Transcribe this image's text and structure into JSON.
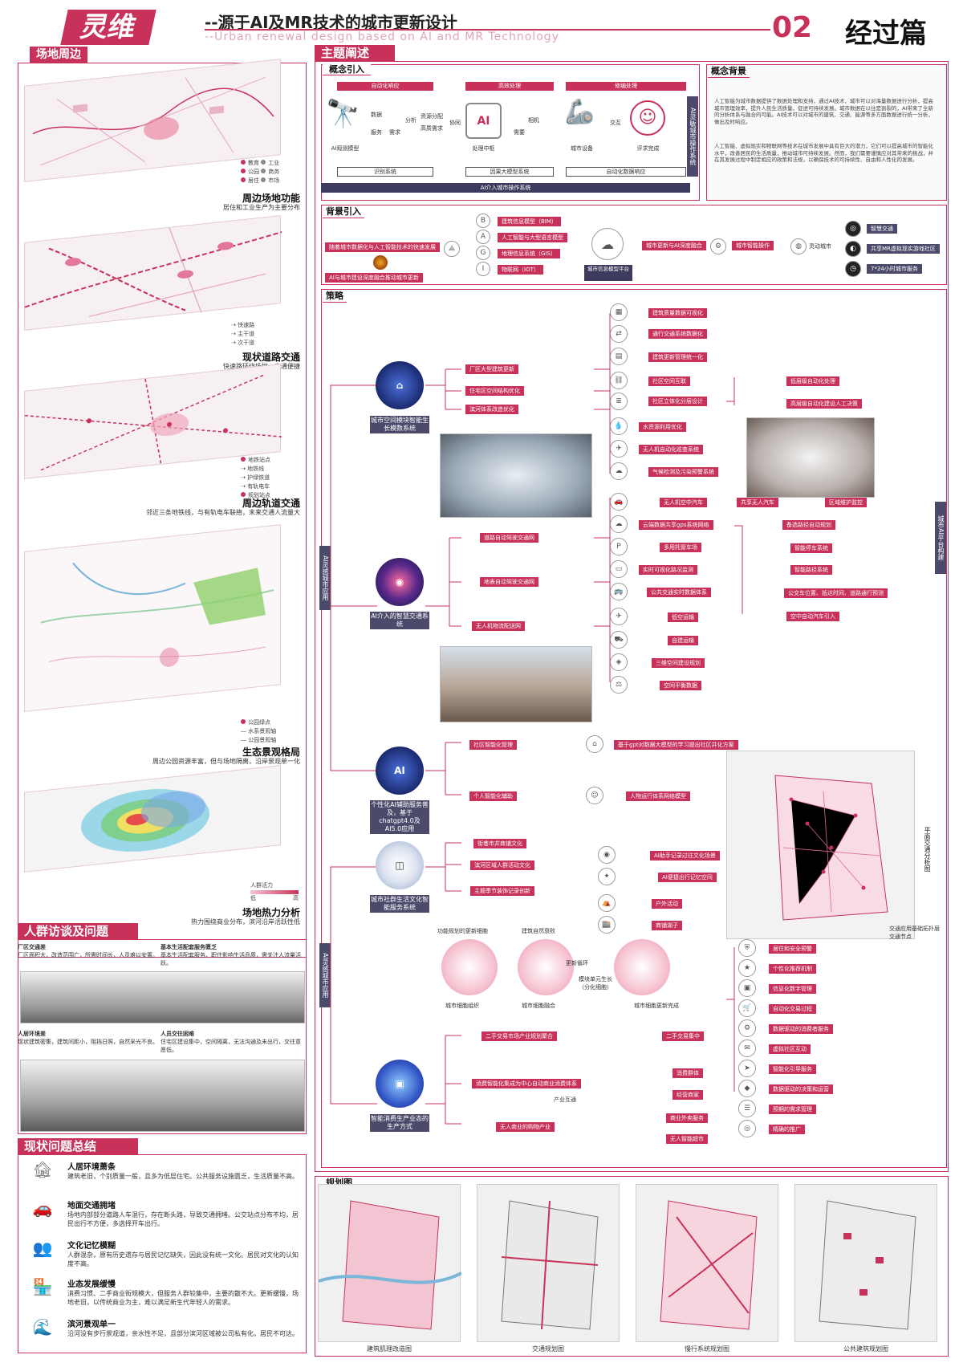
{
  "header": {
    "logo": "灵维",
    "title": "--源于AI及MR技术的城市更新设计",
    "subtitle": "--Urban renewal design based on AI and MR Technology",
    "num": "02",
    "part": "经过篇"
  },
  "left": {
    "site_tag": "场地周边",
    "maps": [
      {
        "title": "周边场地功能",
        "desc": "居住和工业生产为主要分布",
        "legend": [
          "教育",
          "工业",
          "公园",
          "商务",
          "居住",
          "市场"
        ]
      },
      {
        "title": "现状道路交通",
        "desc": "快速路环绕场地，交通便捷",
        "legend": [
          "快速路",
          "主干道",
          "次干道"
        ]
      },
      {
        "title": "周边轨道交通",
        "desc": "邻近三条地铁线，与有轨电车联络，末来交通人流量大",
        "legend": [
          "地铁站点",
          "地铁线",
          "护绿铁道",
          "有轨电车",
          "规划站点"
        ]
      },
      {
        "title": "生态景观格局",
        "desc": "周边公园资源丰富，但与场地隔离，沿岸景观单一化",
        "legend": [
          "公园绿点",
          "水系景观轴",
          "公园景观轴"
        ]
      },
      {
        "title": "场地热力分析",
        "desc": "热力围绕商业分布，滨河沿岸活跃性低",
        "legend": [
          "人群活力",
          "低",
          "高"
        ]
      }
    ],
    "people_tag": "人群访谈及问题",
    "people_notes": [
      {
        "t": "厂区交通差",
        "d": "厂区面积大，改造范围广，所需时间长，人员难以安置。"
      },
      {
        "t": "基本生活配套服务匮乏",
        "d": "基本生活配套服务、职住影响生活品质，需关注人流量活跃。"
      },
      {
        "t": "人居环境差",
        "d": "现状建筑密集，建筑间距小，阻挡日照，自然采光不良。"
      },
      {
        "t": "人员交往困难",
        "d": "住宅区建设集中，空间隔离，无法沟通及未出行，交往意愿低。"
      }
    ],
    "summary_tag": "现状问题总结",
    "issues": [
      {
        "t": "人居环境萧条",
        "d": "建筑老旧，个别质量一般，且多为低层住宅。公共服务设施匮乏，生活质量不高。"
      },
      {
        "t": "地面交通拥堵",
        "d": "场地内部部分道路人车混行，存在断头路，导致交通拥堵。公交站点分布不均，居民出行不方便，多选择开车出行。"
      },
      {
        "t": "文化记忆模糊",
        "d": "人群混杂，原有历史遗存与居民记忆缺失，因此没有统一文化。居民对文化的认知度不高。"
      },
      {
        "t": "业态发展缓慢",
        "d": "消费习惯、二手商业街规模大，但服务人群较集中，主要的散不大。更新缓慢，场地老旧，以传统商业为主，难以满足新生代年轻人的需求。"
      },
      {
        "t": "滨河景观单一",
        "d": "沿河没有步行景观道，亲水性不足，且部分滨河区域被公司私有化，居民不可达。"
      }
    ]
  },
  "main": {
    "theme_tag": "主题阐述",
    "concept": {
      "tag": "概念引入",
      "stages": [
        "自动化响应",
        "高效处理",
        "修编处理"
      ],
      "steps": [
        "AI观测模型",
        "处理中枢",
        "城市设备",
        "评求完成"
      ],
      "mids": [
        "数据",
        "服务",
        "分析",
        "需求",
        "资源分配",
        "高质需求",
        "协同",
        "相机",
        "需要",
        "交互"
      ],
      "footers": [
        "识别系统",
        "因果大模型系统",
        "自动化数据响应"
      ],
      "bar": "AI介入城市操作系统",
      "side": "AI灵敏城市操作系统"
    },
    "background": {
      "tag": "概念背景",
      "p1": "人工智能为城市数据提供了数据处理和支持，通过AI技术，城市可以对海量数据进行分析，提高城市管理效率，提升人民生活质量，促进可持续发展。城市数据在以往是割裂的，AI带来了全新的分析体系与融合的可能。AI技术可以对城市的建筑、交通、能源等多方面数据进行统一分析，做出及时响应。",
      "p2": "人工智能、虚拟现实和物联网等技术在城市发展中具有巨大的潜力，它们可以提高城市的智能化水平，改善居民的生活质量，推动城市可持续发展。然而，我们需要谨慎应对其带来的挑战，并在其发展过程中制定相应的政策和法规，以确保技术的可持续性、自由和人性化的发展。"
    },
    "bg_intro": {
      "tag": "背景引入",
      "left1": "随着城市数据化与人工智能技术的快速发展",
      "left2": "AI与城市建设深度融合推动城市更新",
      "techs": [
        "建筑信息模型（BIM）",
        "人工智能与大型语言模型",
        "地理信息系统（GIS）",
        "物联网（IOT）"
      ],
      "center": "城市信息模型平台",
      "mid": "城市更新与AI深度融合",
      "mid2": "城市智能操作",
      "right_lbl": "灵动城市",
      "results": [
        "智慧交通",
        "共享MR虚拟现实游戏社区",
        "7*24小时城市服务"
      ]
    },
    "strategy": {
      "tag": "策略",
      "vbars": [
        "AI灵感城市应用",
        "AI灵感城市应用",
        "城市AI平台构建"
      ],
      "nodes": [
        {
          "lbl": "城市空间模块智能生长模数系统",
          "glyph": "⌂"
        },
        {
          "lbl": "AI介入的智慧交通系统",
          "glyph": "◉"
        },
        {
          "lbl": "个性化AI辅助服务普及，基于chatgpt4.0及AI5.0应用",
          "glyph": "AI"
        },
        {
          "lbl": "城市社群生活文化智能服务系统",
          "glyph": "◫"
        },
        {
          "lbl": "智能消费生产业态的生产方式",
          "glyph": "▣"
        }
      ],
      "b1_mid": [
        "厂区大型建筑更新",
        "住宅区空间结构优化",
        "滨河体系改造优化"
      ],
      "b1_right": [
        "建筑质量数据可视化",
        "通行交通系统数据化",
        "建筑更新管理统一化",
        "社区空间互联",
        "社区立体化分层设计",
        "水资源利用优化",
        "无人机自动化巡查系统",
        "气候检测及污染预警系统"
      ],
      "b1_far": [
        "低层级自动化处理",
        "高层级自动化建设人工决策"
      ],
      "b2_mid": [
        "道路自动驾驶交通网",
        "地表自动驾驶交通网",
        "无人机物流配送网"
      ],
      "b2_right": [
        "无人机空中汽车",
        "云端数据共享gps系统网络",
        "多用托管车场",
        "实时可视化路况监测",
        "公共交通实时数据体系",
        "低空运输",
        "自建运输",
        "三维空间建设规划",
        "空间平衡数据"
      ],
      "b2_right2": [
        "共享无人汽车",
        "区域维护监控"
      ],
      "b2_far": [
        "备选路径自动规划",
        "智能停车系统",
        "智能路径系统",
        "公交车位置、抵达时间、道路通行预测",
        "空中自动汽车引入"
      ],
      "b3_mid": [
        "社区智能化管理",
        "个人智能化辅助"
      ],
      "b3_right": [
        "基于gpt对数据大模型的学习提出社区并化方案",
        "人物运行体系网络模型"
      ],
      "b4_mid": [
        "街巷市井商铺文化",
        "滨河区域人群活动文化",
        "主题季节装饰记录创新"
      ],
      "b4_right": [
        "AI助手记录过往文化场景",
        "AI便捷出行记忆空间",
        "户外活动",
        "商铺湖子"
      ],
      "b4_diag": [
        "功能规划的更新细胞",
        "建筑自然衰败",
        "更新循环",
        "模块单元生长（分化细胞）",
        "城市细胞组织",
        "城市细胞融合",
        "城市细胞更新完成"
      ],
      "b5_mid": [
        "二手交易市场产业规划聚合",
        "消费智能化集成为中心自动商业消费体系",
        "无人商业的购物产业"
      ],
      "b5_right": [
        "二手交易集中",
        "消费群体",
        "经营商家",
        "商业外卖服务",
        "无人智能超市"
      ],
      "b5_far": [
        "居住和安全预警",
        "个性化推荐机制",
        "信息化数字管理",
        "自动化交易过程",
        "数据驱动的消费者服务",
        "虚拟社区互动",
        "智能化引导服务",
        "数据驱动的决策和运营",
        "预期的需求管理",
        "精确的推广"
      ],
      "b5_extra": "产业互通",
      "map_side": "平面交通分析图",
      "map_legend": [
        "交通应用基础拓扑层",
        "交通节点"
      ]
    },
    "plan": {
      "tag": "规划图",
      "maps": [
        "建筑肌理改造图",
        "交通规划图",
        "慢行系统规划图",
        "公共建筑规划图"
      ]
    }
  }
}
